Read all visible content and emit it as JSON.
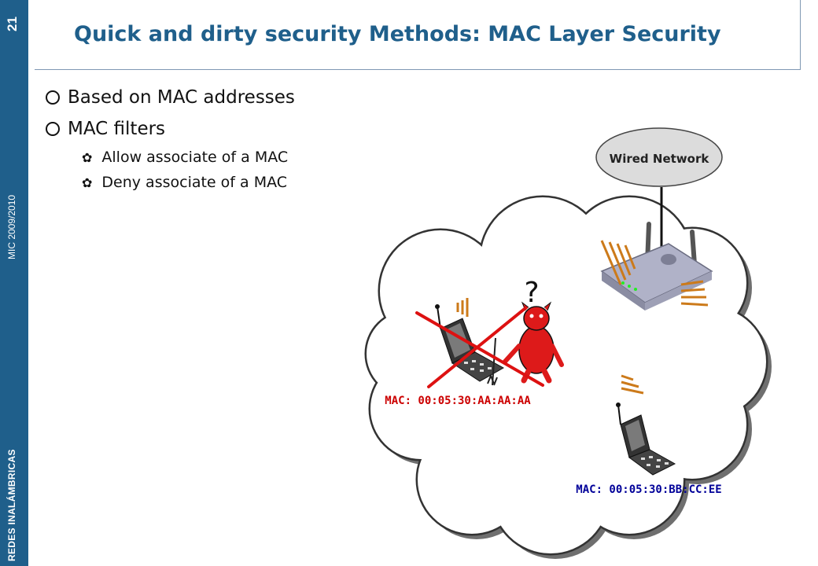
{
  "sidebar": {
    "course": "MIC 2009/2010",
    "slide_number": "21",
    "subject": "REDES INALÁMBRICAS"
  },
  "slide": {
    "title": "Quick and dirty security Methods: MAC Layer Security",
    "bullets": [
      {
        "text": "Based on MAC addresses",
        "sub": []
      },
      {
        "text": "MAC filters",
        "sub": [
          "Allow associate of a MAC",
          "Deny associate of a MAC"
        ]
      }
    ]
  },
  "diagram": {
    "wired_network_label": "Wired Network",
    "question_mark": "?",
    "denied_mac": "MAC: 00:05:30:AA:AA:AA",
    "allowed_mac": "MAC: 00:05:30:BB:CC:EE",
    "colors": {
      "denied": "#cc0000",
      "allowed": "#000099",
      "signal": "#cc7a1a",
      "cross": "#dd1111",
      "devil": "#dd1a1a"
    }
  }
}
